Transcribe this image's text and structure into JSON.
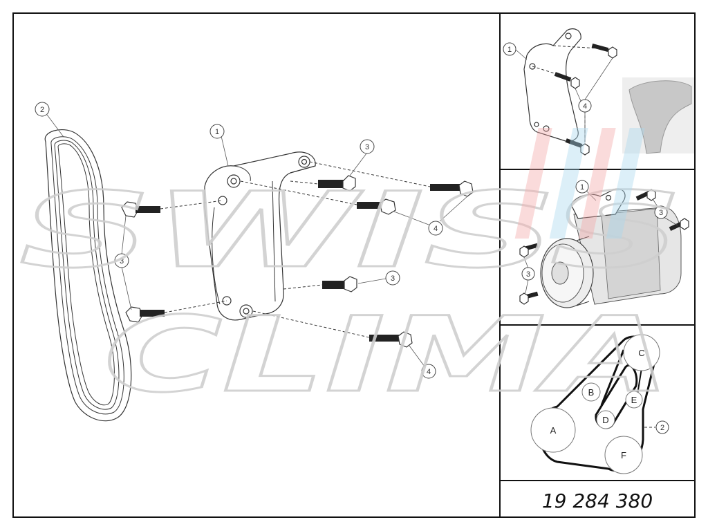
{
  "part_number": "19 284 380",
  "watermark": {
    "line1": "SWISS",
    "line2": "CLIMA"
  },
  "main": {
    "callouts": {
      "belt": "2",
      "bracket": "1",
      "stud_a": "3",
      "stud_b": "3",
      "stud_c": "3",
      "bolt_a": "4",
      "bolt_b": "4"
    }
  },
  "inset_top": {
    "callouts": {
      "bracket": "1",
      "bolts": "4"
    }
  },
  "inset_mid": {
    "callouts": {
      "bracket": "1",
      "studs_right": "3",
      "studs_left": "3"
    }
  },
  "belt_routing": {
    "belt_callout": "2",
    "pulleys": {
      "a": "A",
      "b": "B",
      "c": "C",
      "d": "D",
      "e": "E",
      "f": "F"
    }
  },
  "colors": {
    "frame": "#111111",
    "line": "#333333",
    "watermark": "#cfcfcf",
    "accent_red": "#f4a7a7",
    "accent_blue": "#a9d8ee"
  }
}
